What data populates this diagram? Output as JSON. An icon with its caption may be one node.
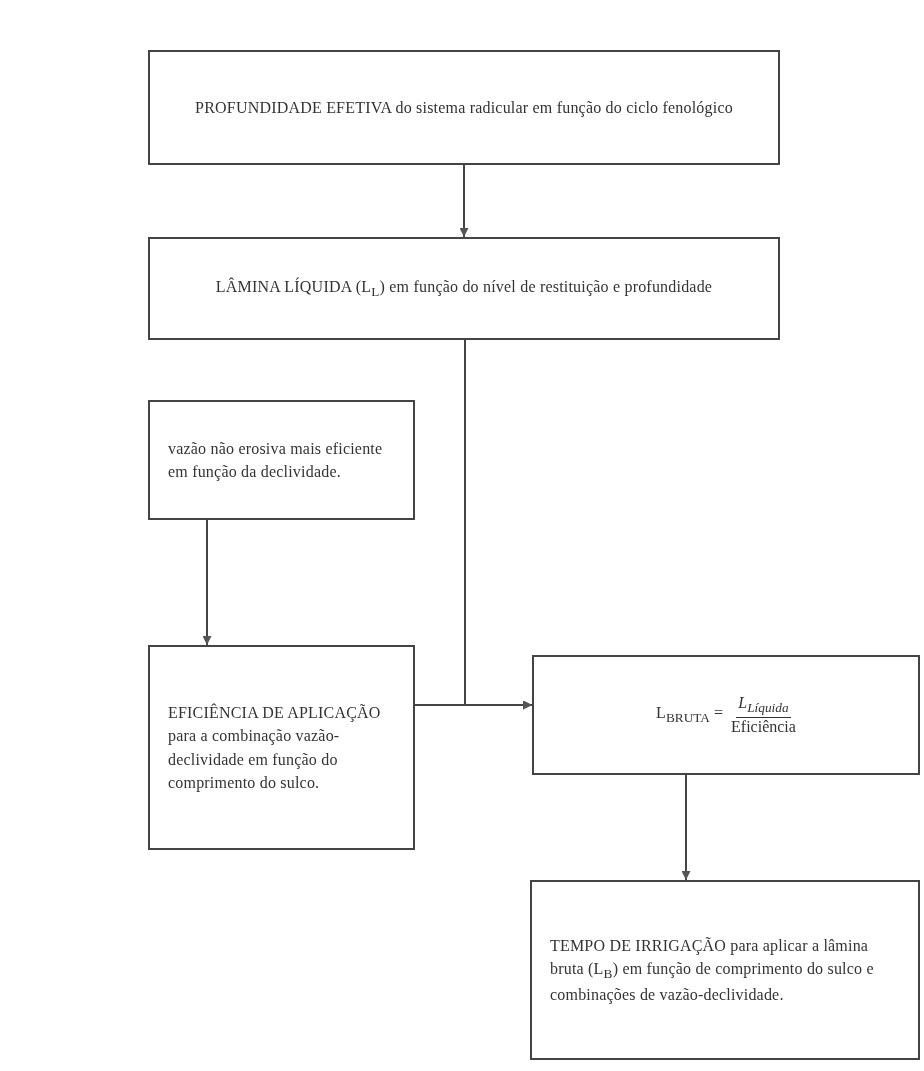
{
  "diagram": {
    "nodes": [
      {
        "text": [
          "PROFUNDIDADE EFETIVA do sistema radicular em função do ciclo fenológico"
        ]
      },
      {
        "text": [
          "LÂMINA LÍQUIDA (L$_{L}$) em função do nível de restituição e profundidade"
        ]
      },
      {
        "text": [
          "vazão não erosiva mais eficiente em função da declividade."
        ]
      },
      {
        "text": [
          "EFICIÊNCIA DE APLICAÇÃO para a combinação vazão-declividade em função do comprimento do sulco."
        ]
      },
      {
        "text": [
          "L$_{BRUTA}$ =",
          "L$_{Líquida}$",
          "Eficiência"
        ]
      },
      {
        "text": [
          "TEMPO DE IRRIGAÇÃO para aplicar a lâmina bruta (L$_{B}$) em função de comprimento do sulco e combinações de vazão-declividade."
        ]
      }
    ],
    "edges": [
      {
        "from": 0,
        "to": 1,
        "arrow": "to"
      },
      {
        "from": 2,
        "to": 3,
        "arrow": "to"
      },
      {
        "from": 1,
        "to": 4,
        "arrow": "to"
      },
      {
        "from": 3,
        "to": 4,
        "arrow": "to"
      },
      {
        "from": 4,
        "to": 5,
        "arrow": "to"
      }
    ]
  }
}
